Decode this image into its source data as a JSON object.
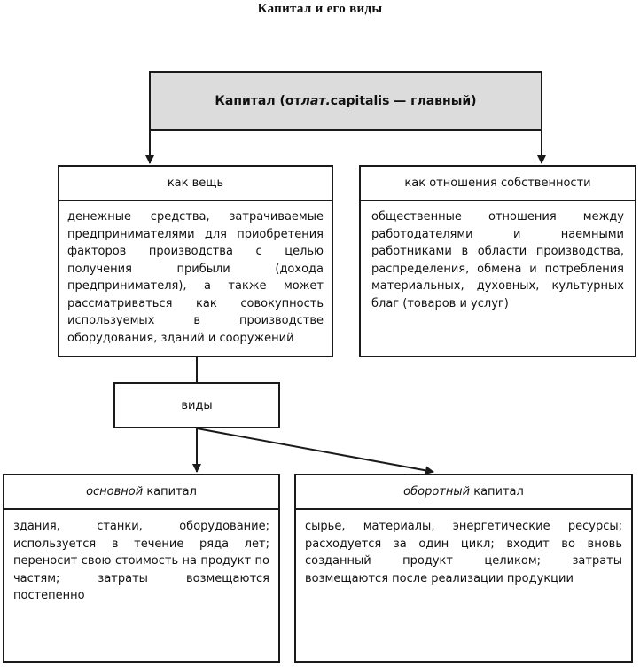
{
  "title": "Капитал и его виды",
  "root": {
    "label_start": "Капитал (от ",
    "label_italic": "лат.",
    "label_end": " capitalis — главный)"
  },
  "as_thing": {
    "header": "как вещь",
    "text": "денежные средства, затрачиваемые предпринимателями для приобретения факторов производства с целью получения прибыли (дохода предпринимателя), а также может рассматриваться как совокупность используемых в производстве оборудования, зданий и сооружений"
  },
  "as_property": {
    "header": "как отношения собственности",
    "text": "общественные отношения между работодателями и наемными работниками в области производства, распределения, обмена и потребления материальных, духовных, культурных благ (товаров и услуг)"
  },
  "kinds": {
    "label": "виды"
  },
  "fixed_capital": {
    "header_italic": "основной",
    "header_rest": " капитал",
    "text": "здания, станки, оборудование; используется в течение ряда лет; переносит свою стоимость на продукт по частям; затраты возмещаются постепенно"
  },
  "circulating_capital": {
    "header_italic": "оборотный",
    "header_rest": " капитал",
    "text": "сырье, материалы, энергетические ресурсы; расходуется за один цикл; входит во вновь созданный продукт целиком; затраты возмещаются после реализации продукции"
  },
  "colors": {
    "root_fill": "#dcdcdc",
    "stroke": "#1a1a1a"
  }
}
